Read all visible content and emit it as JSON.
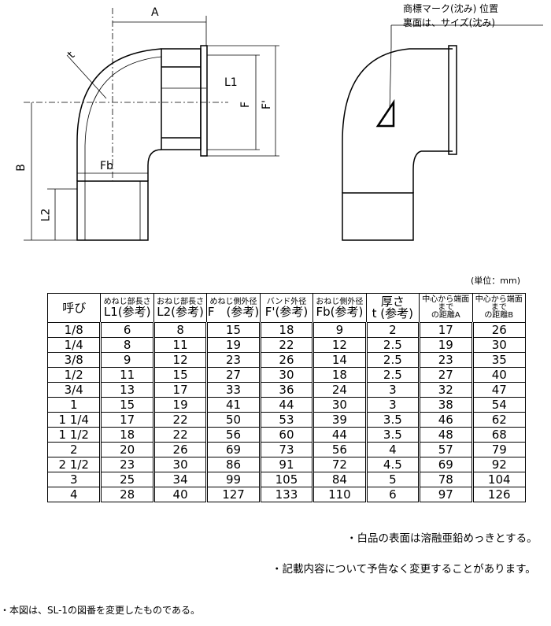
{
  "drawing": {
    "labels": {
      "A": "A",
      "L1": "L1",
      "F": "F",
      "F_prime": "F'",
      "t": "t",
      "B": "B",
      "Fb": "Fb",
      "L2": "L2"
    },
    "mark_line1": "商標マーク(沈み) 位置",
    "mark_line2": "裏面は、サイズ(沈み)"
  },
  "unit": "(単位：mm)",
  "table": {
    "headers": [
      {
        "top": "呼び",
        "bottom": ""
      },
      {
        "top": "めねじ部長さ",
        "bottom": "L1(参考)"
      },
      {
        "top": "おねじ部長さ",
        "bottom": "L2(参考)"
      },
      {
        "top": "めねじ側外径",
        "bottom": "F　(参考)"
      },
      {
        "top": "バンド外径",
        "bottom": "F'(参考)"
      },
      {
        "top": "おねじ側外径",
        "bottom": "Fb(参考)"
      },
      {
        "top": "厚さ",
        "bottom": "t (参考)"
      },
      {
        "top": "中心から端面まで",
        "bottom": "の距離A"
      },
      {
        "top": "中心から端面まで",
        "bottom": "の距離B"
      }
    ],
    "rows": [
      [
        "1/8",
        "6",
        "8",
        "15",
        "18",
        "9",
        "2",
        "17",
        "26"
      ],
      [
        "1/4",
        "8",
        "11",
        "19",
        "22",
        "12",
        "2.5",
        "19",
        "30"
      ],
      [
        "3/8",
        "9",
        "12",
        "23",
        "26",
        "14",
        "2.5",
        "23",
        "35"
      ],
      [
        "1/2",
        "11",
        "15",
        "27",
        "30",
        "18",
        "2.5",
        "27",
        "40"
      ],
      [
        "3/4",
        "13",
        "17",
        "33",
        "36",
        "24",
        "3",
        "32",
        "47"
      ],
      [
        "1",
        "15",
        "19",
        "41",
        "44",
        "30",
        "3",
        "38",
        "54"
      ],
      [
        "1 1/4",
        "17",
        "22",
        "50",
        "53",
        "39",
        "3.5",
        "46",
        "62"
      ],
      [
        "1 1/2",
        "18",
        "22",
        "56",
        "60",
        "44",
        "3.5",
        "48",
        "68"
      ],
      [
        "2",
        "20",
        "26",
        "69",
        "73",
        "56",
        "4",
        "57",
        "79"
      ],
      [
        "2 1/2",
        "23",
        "30",
        "86",
        "91",
        "72",
        "4.5",
        "69",
        "92"
      ],
      [
        "3",
        "25",
        "34",
        "99",
        "105",
        "84",
        "5",
        "78",
        "104"
      ],
      [
        "4",
        "28",
        "40",
        "127",
        "133",
        "110",
        "6",
        "97",
        "126"
      ]
    ]
  },
  "notes": {
    "n1": "・白品の表面は溶融亜鉛めっきとする。",
    "n2": "・記載内容について予告なく変更することがあります。",
    "n3": "・本図は、SL-1の図番を変更したものである。"
  }
}
